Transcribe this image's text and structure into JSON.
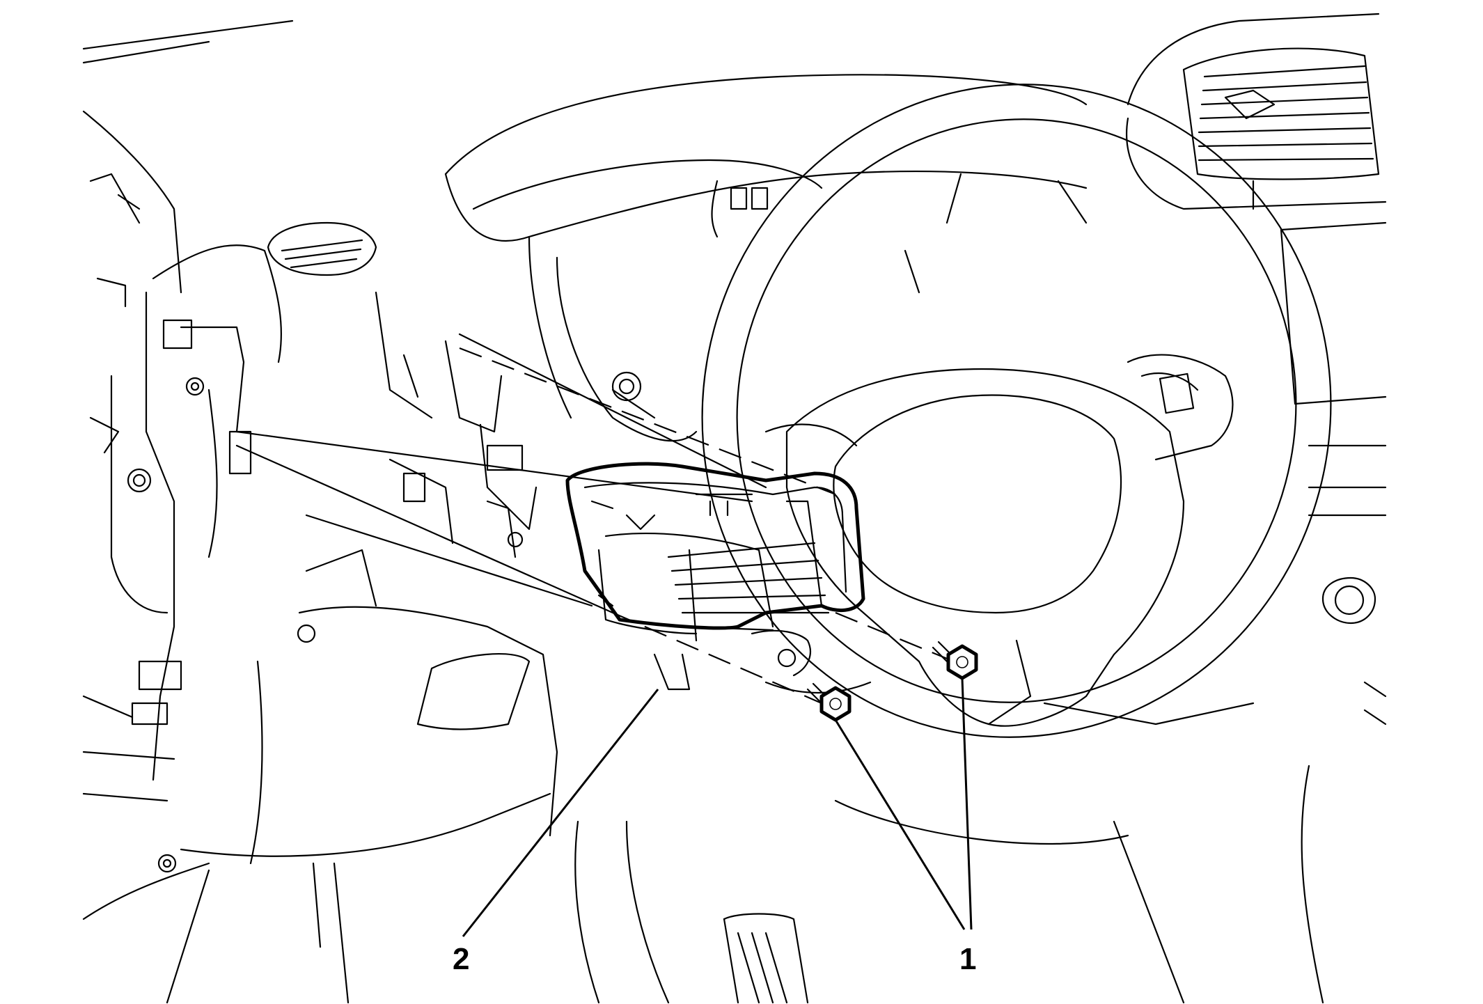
{
  "callouts": [
    {
      "id": "1",
      "label": "1",
      "target": "bolts"
    },
    {
      "id": "2",
      "label": "2",
      "target": "air-vent"
    }
  ],
  "colors": {
    "line": "#000000",
    "background": "#ffffff"
  }
}
